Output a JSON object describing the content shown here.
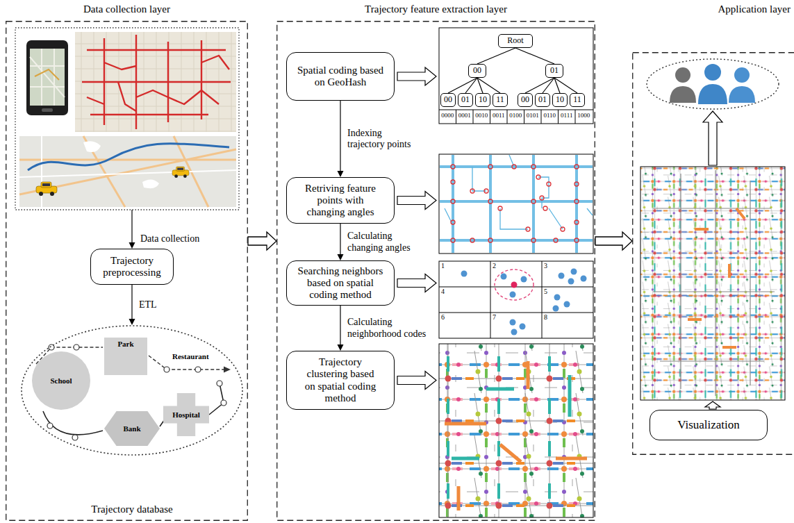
{
  "diagram": {
    "nodes": [
      {
        "text": [
          "Data collection layer"
        ]
      },
      {
        "text": [
          "Trajectory preprocessing"
        ],
        "in": 0
      },
      {
        "text": [
          "Trajectory database"
        ],
        "in": 0
      },
      {
        "text": [
          "School"
        ],
        "in": 2
      },
      {
        "text": [
          "Park"
        ],
        "in": 2
      },
      {
        "text": [
          "Bank"
        ],
        "in": 2
      },
      {
        "text": [
          "Hospital"
        ],
        "in": 2
      },
      {
        "text": [
          "Trajectory feature extraction layer"
        ]
      },
      {
        "text": [
          "Spatial coding based on GeoHash"
        ],
        "in": 7
      },
      {
        "text": [
          "Retriving feature points with changing angles"
        ],
        "in": 7
      },
      {
        "text": [
          "Searching neighbors based on spatial coding method"
        ],
        "in": 7
      },
      {
        "text": [
          "Trajectory clustering based on spatial coding method"
        ],
        "in": 7
      },
      {
        "text": [
          "Root"
        ],
        "in": 7
      },
      {
        "text": [
          "00"
        ],
        "in": 7
      },
      {
        "text": [
          "01"
        ],
        "in": 7
      },
      {
        "text": [
          "00"
        ],
        "in": 7
      },
      {
        "text": [
          "01"
        ],
        "in": 7
      },
      {
        "text": [
          "10"
        ],
        "in": 7
      },
      {
        "text": [
          "11"
        ],
        "in": 7
      },
      {
        "text": [
          "00"
        ],
        "in": 7
      },
      {
        "text": [
          "01"
        ],
        "in": 7
      },
      {
        "text": [
          "10"
        ],
        "in": 7
      },
      {
        "text": [
          "11"
        ],
        "in": 7
      },
      {
        "text": [
          "Application layer"
        ]
      },
      {
        "text": [
          "Visualization"
        ],
        "in": 23
      }
    ],
    "edges": [
      {
        "from": 0,
        "to": 7,
        "arrow": "to"
      },
      {
        "from": 1,
        "to": 2,
        "label": "ETL",
        "arrow": "to"
      },
      {
        "from": 7,
        "to": 23,
        "arrow": "to"
      },
      {
        "from": 8,
        "to": 9,
        "label": "Indexing trajectory points",
        "arrow": "to"
      },
      {
        "from": 9,
        "to": 10,
        "label": "Calculating changing angles",
        "arrow": "to"
      },
      {
        "from": 10,
        "to": 11,
        "label": "Calculating neighborhood codes",
        "arrow": "to"
      },
      {
        "from": 12,
        "to": 13,
        "arrow": "none"
      },
      {
        "from": 12,
        "to": 14,
        "arrow": "none"
      },
      {
        "from": 13,
        "to": 15,
        "arrow": "none"
      },
      {
        "from": 13,
        "to": 16,
        "arrow": "none"
      },
      {
        "from": 13,
        "to": 17,
        "arrow": "none"
      },
      {
        "from": 13,
        "to": 18,
        "arrow": "none"
      },
      {
        "from": 14,
        "to": 19,
        "arrow": "none"
      },
      {
        "from": 14,
        "to": 20,
        "arrow": "none"
      },
      {
        "from": 14,
        "to": 21,
        "arrow": "none"
      },
      {
        "from": 14,
        "to": 22,
        "arrow": "none"
      }
    ],
    "labels": [
      "Data collection",
      "Restaurant",
      "0000",
      "0001",
      "0010",
      "0011",
      "0100",
      "0101",
      "0110",
      "0111",
      "1000",
      "1",
      "2",
      "3",
      "4",
      "5",
      "6",
      "7",
      "8"
    ]
  }
}
